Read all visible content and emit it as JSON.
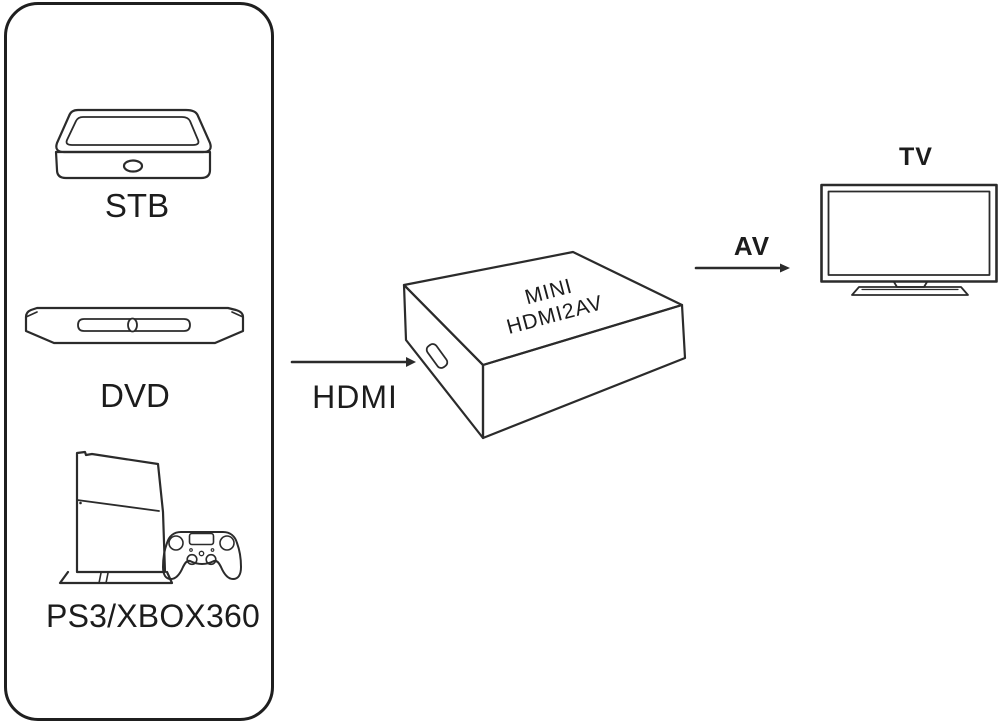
{
  "diagram": {
    "sources": {
      "items": [
        {
          "id": "stb",
          "label": "STB"
        },
        {
          "id": "dvd",
          "label": "DVD"
        },
        {
          "id": "console",
          "label": "PS3/XBOX360"
        }
      ]
    },
    "connections": [
      {
        "id": "hdmi",
        "label": "HDMI"
      },
      {
        "id": "av",
        "label": "AV"
      }
    ],
    "converter": {
      "line1": "MINI",
      "line2": "HDMI2AV"
    },
    "tv": {
      "label": "TV"
    },
    "colors": {
      "line": "#2b2b2b",
      "text": "#1c1c1c",
      "background": "#ffffff"
    }
  }
}
